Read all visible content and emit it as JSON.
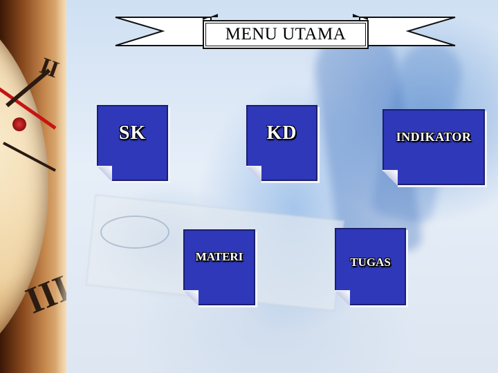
{
  "slide": {
    "title": "MENU UTAMA"
  },
  "menu": {
    "sk": "SK",
    "kd": "KD",
    "indikator": "INDIKATOR",
    "materi": "MATERI",
    "tugas": "TUGAS"
  },
  "colors": {
    "tile_fill": "#2f38b9",
    "tile_border": "#1a1e6e",
    "tile_text": "#ffffff",
    "title_box": "#ffffff",
    "background_accent": "#4682cd"
  },
  "icons": {
    "title_banner": "ribbon-banner-icon",
    "tile_corner": "folded-corner-icon"
  }
}
